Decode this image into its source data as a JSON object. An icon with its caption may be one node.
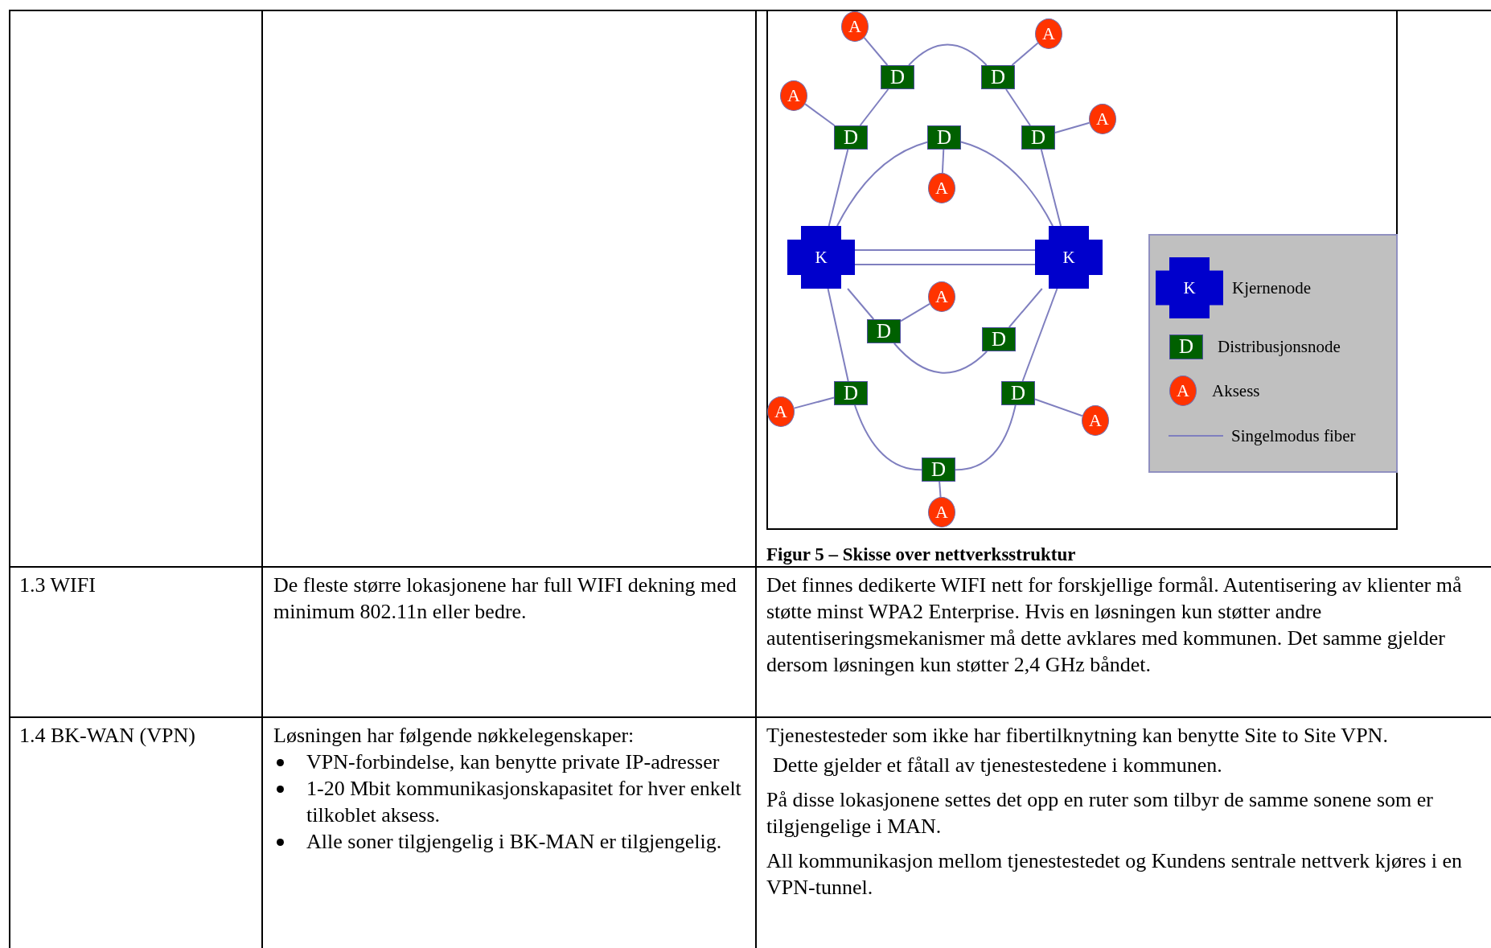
{
  "diagram": {
    "caption": "Figur 5 – Skisse over nettverksstruktur",
    "nodes": [
      {
        "text": [
          "A"
        ]
      },
      {
        "text": [
          "A"
        ]
      },
      {
        "text": [
          "D"
        ]
      },
      {
        "text": [
          "D"
        ]
      },
      {
        "text": [
          "A"
        ]
      },
      {
        "text": [
          "A"
        ]
      },
      {
        "text": [
          "D"
        ]
      },
      {
        "text": [
          "D"
        ]
      },
      {
        "text": [
          "D"
        ]
      },
      {
        "text": [
          "A"
        ]
      },
      {
        "text": [
          "K"
        ]
      },
      {
        "text": [
          "K"
        ]
      },
      {
        "text": [
          "A"
        ]
      },
      {
        "text": [
          "D"
        ]
      },
      {
        "text": [
          "D"
        ]
      },
      {
        "text": [
          "D"
        ]
      },
      {
        "text": [
          "D"
        ]
      },
      {
        "text": [
          "A"
        ]
      },
      {
        "text": [
          "A"
        ]
      },
      {
        "text": [
          "D"
        ]
      },
      {
        "text": [
          "A"
        ]
      }
    ],
    "edges": [
      {
        "from": 0,
        "to": 2,
        "arrow": "none"
      },
      {
        "from": 1,
        "to": 3,
        "arrow": "none"
      },
      {
        "from": 2,
        "to": 3,
        "arrow": "none"
      },
      {
        "from": 2,
        "to": 6,
        "arrow": "none"
      },
      {
        "from": 6,
        "to": 10,
        "arrow": "none"
      },
      {
        "from": 4,
        "to": 6,
        "arrow": "none"
      },
      {
        "from": 3,
        "to": 8,
        "arrow": "none"
      },
      {
        "from": 8,
        "to": 11,
        "arrow": "none"
      },
      {
        "from": 5,
        "to": 8,
        "arrow": "none"
      },
      {
        "from": 7,
        "to": 9,
        "arrow": "none"
      },
      {
        "from": 7,
        "to": 10,
        "arrow": "none"
      },
      {
        "from": 7,
        "to": 11,
        "arrow": "none"
      },
      {
        "from": 10,
        "to": 11,
        "arrow": "none"
      },
      {
        "from": 10,
        "to": 11,
        "arrow": "none"
      },
      {
        "from": 10,
        "to": 13,
        "arrow": "none"
      },
      {
        "from": 13,
        "to": 12,
        "arrow": "none"
      },
      {
        "from": 13,
        "to": 14,
        "arrow": "none"
      },
      {
        "from": 14,
        "to": 11,
        "arrow": "none"
      },
      {
        "from": 10,
        "to": 15,
        "arrow": "none"
      },
      {
        "from": 15,
        "to": 17,
        "arrow": "none"
      },
      {
        "from": 11,
        "to": 16,
        "arrow": "none"
      },
      {
        "from": 16,
        "to": 18,
        "arrow": "none"
      },
      {
        "from": 15,
        "to": 19,
        "arrow": "none"
      },
      {
        "from": 16,
        "to": 19,
        "arrow": "none"
      },
      {
        "from": 19,
        "to": 20,
        "arrow": "none"
      }
    ],
    "labels": [
      "K",
      "D",
      "A",
      "1.3 WIFI",
      "De fleste større lokasjonene har full WIFI dekning med minimum 802.11n eller bedre.",
      "Det finnes dedikerte WIFI nett for forskjellige formål. Autentisering av klienter må støtte minst WPA2 Enterprise. Hvis en løsningen kun støtter andre autentiseringsmekanismer må dette avklares med kommunen. Det samme gjelder dersom løsningen kun støtter 2,4 GHz båndet.",
      "1.4 BK-WAN (VPN)",
      "Løsningen har følgende nøkkelegenskaper:",
      "VPN-forbindelse, kan benytte private IP-adresser",
      "1-20 Mbit kommunikasjonskapasitet for hver enkelt tilkoblet aksess.",
      "Alle soner tilgjengelig i BK-MAN er tilgjengelig.",
      "Tjenestesteder som ikke har fibertilknytning kan benytte Site to Site VPN.",
      "Dette gjelder et fåtall av tjenestestedene i kommunen.",
      "På disse lokasjonene settes det opp en ruter som tilbyr de samme sonene som er tilgjengelige i MAN.",
      "All kommunikasjon mellom tjenestestedet og Kundens sentrale nettverk kjøres i en VPN-tunnel."
    ],
    "legend": [
      {
        "text": "Kjernenode"
      },
      {
        "text": "Distribusjonsnode"
      },
      {
        "text": "Aksess"
      },
      {
        "text": "Singelmodus fiber"
      }
    ]
  }
}
